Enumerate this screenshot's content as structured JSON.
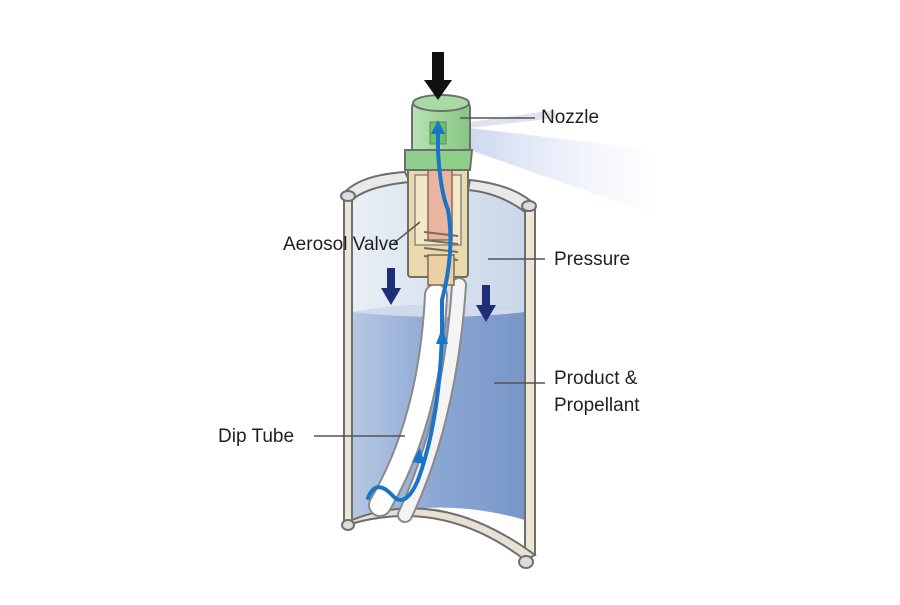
{
  "labels": {
    "nozzle": "Nozzle",
    "aerosol_valve": "Aerosol Valve",
    "pressure": "Pressure",
    "product_line1": "Product &",
    "product_line2": "Propellant",
    "dip_tube": "Dip Tube"
  },
  "colors": {
    "can_outline": "#6e6e6e",
    "can_wall": "#eae3cf",
    "gas": "#dfe8f1",
    "liquid": "#95acd2",
    "nozzle": "#9ed69b",
    "valve_body": "#eadbb4",
    "stem": "#e7b5a4",
    "flow": "#1a74c7",
    "pressure_arrow": "#1e2f78",
    "press_arrow": "#111111",
    "spray": "#c5d2ec",
    "leader_line": "#555555"
  }
}
